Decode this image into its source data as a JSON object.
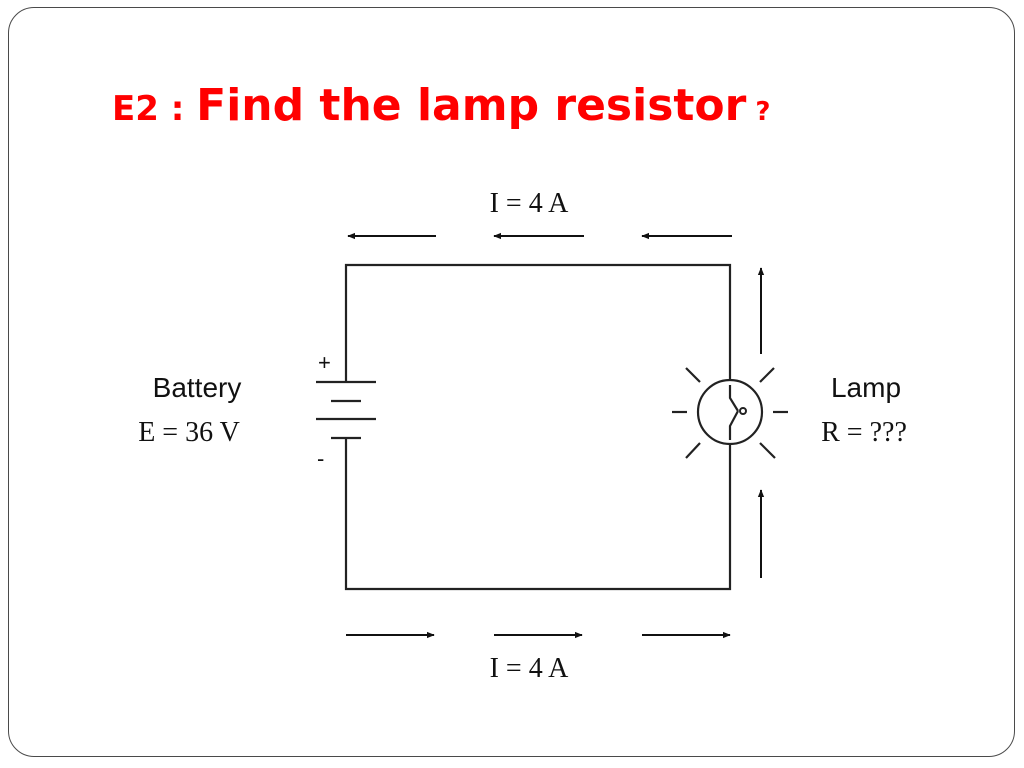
{
  "slide": {
    "title_prefix": "E2 : ",
    "title_main": "Find the lamp resistor",
    "title_mark": " ?",
    "title_color": "#ff0000"
  },
  "circuit": {
    "current_label_top": "I = 4 A",
    "current_label_bottom": "I = 4 A",
    "battery_name": "Battery",
    "battery_value": "E = 36 V",
    "battery_plus": "+",
    "battery_minus": "-",
    "lamp_name": "Lamp",
    "lamp_value": "R = ???",
    "top_arrow_direction": "left",
    "bottom_arrow_direction": "right",
    "right_arrow_direction": "up"
  }
}
